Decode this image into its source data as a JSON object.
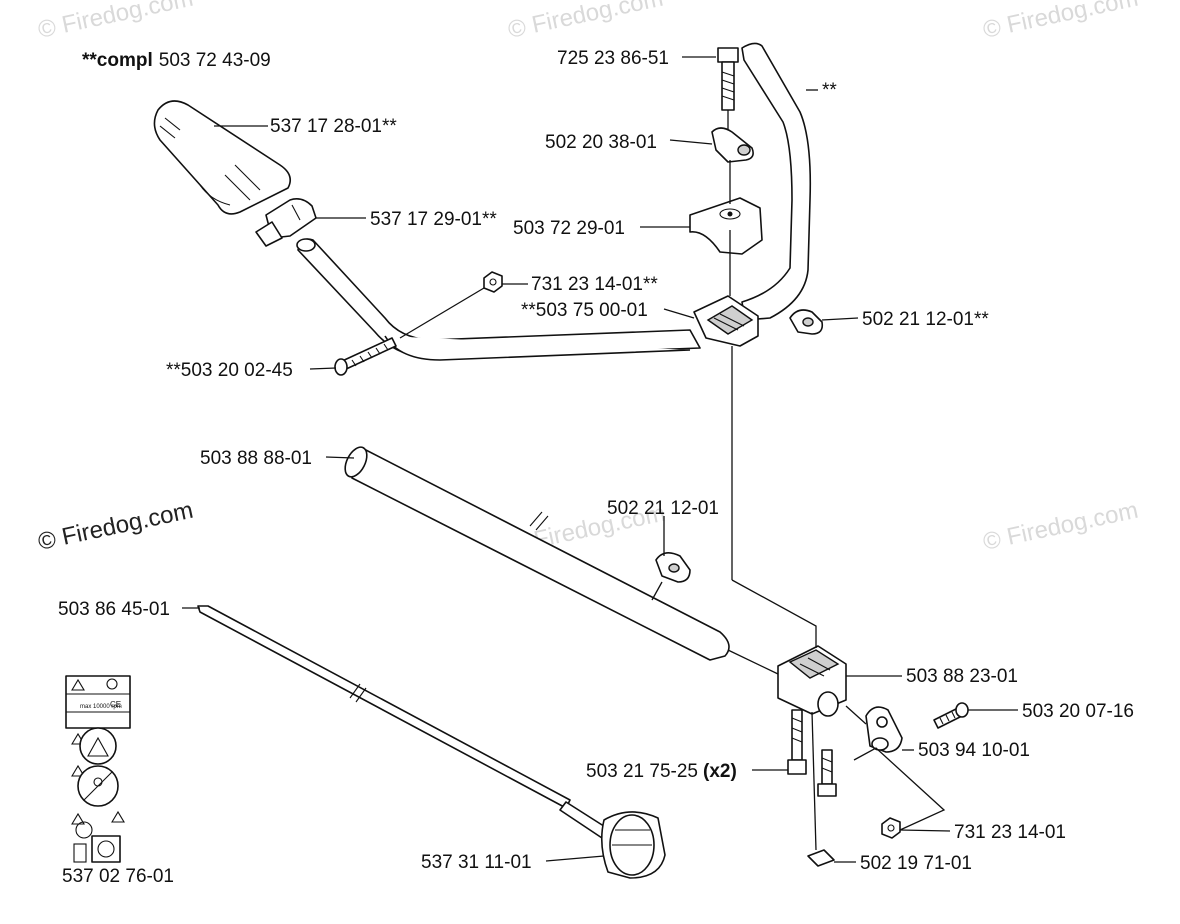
{
  "watermarks": {
    "main": "© Firedog.com",
    "faint": "© Firedog.com"
  },
  "assembly": {
    "prefix": "**compl",
    "number": "503 72 43-09"
  },
  "parts": {
    "bolt_top": "725 23 86-51",
    "handlebar_upper": "**",
    "grip": "537 17 28-01**",
    "wing_knob": "502 20 38-01",
    "throttle_housing": "537 17 29-01**",
    "clamp_cap": "503 72 29-01",
    "nut_small": "731 23 14-01**",
    "clamp_block": "**503 75 00-01",
    "cable_clip_upper": "502 21 12-01**",
    "bolt_left": "**503 20 02-45",
    "shaft_tube": "503 88 88-01",
    "cable_clip_mid": "502 21 12-01",
    "drive_shaft": "503 86 45-01",
    "clamp_lower": "503 88 23-01",
    "screw_right": "503 20 07-16",
    "bracket": "503 94 10-01",
    "screws_pair_num": "503 21 75-25",
    "screws_pair_qty": "(x2)",
    "nut_lower": "731 23 14-01",
    "decal_set": "537 02 76-01",
    "guard_ring": "537 31 11-01",
    "square_nut": "502 19 71-01"
  },
  "decal": {
    "rpm": "max 10000 rpm",
    "ce": "CE"
  }
}
